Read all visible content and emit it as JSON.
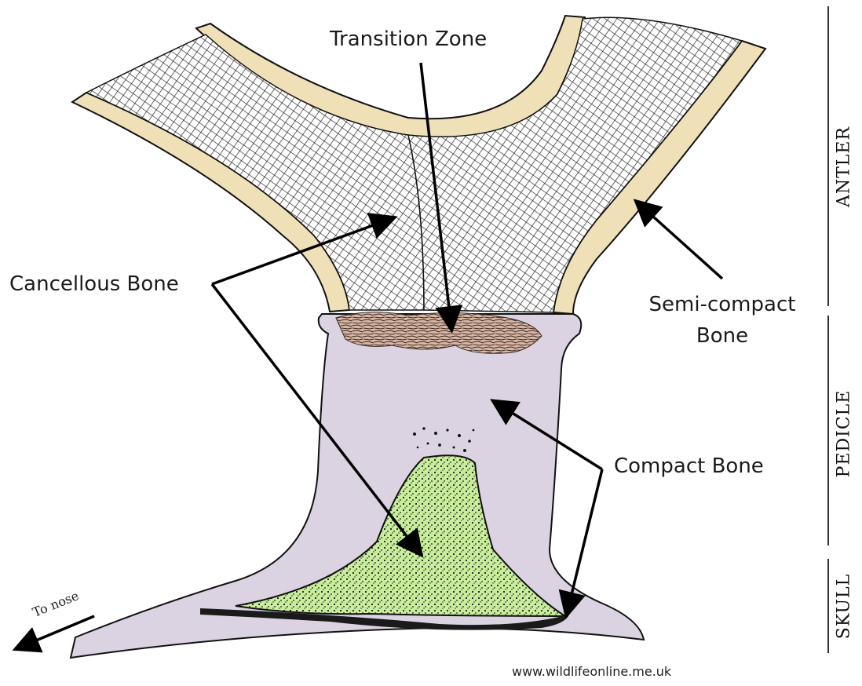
{
  "labels": {
    "transition_zone": "Transition Zone",
    "cancellous_bone": "Cancellous Bone",
    "semi_compact_line1": "Semi-compact",
    "semi_compact_line2": "Bone",
    "compact_bone": "Compact Bone",
    "to_nose": "To nose",
    "source": "www.wildlifeonline.me.uk"
  },
  "regions": {
    "antler": "ANTLER",
    "pedicle": "PEDICLE",
    "skull": "SKULL"
  },
  "colors": {
    "compact": "#dcd3e2",
    "semi_compact": "#efe0b8",
    "cancellous_fill": "#c8ee9c",
    "transition": "#d9b7a6",
    "outline": "#111111"
  }
}
